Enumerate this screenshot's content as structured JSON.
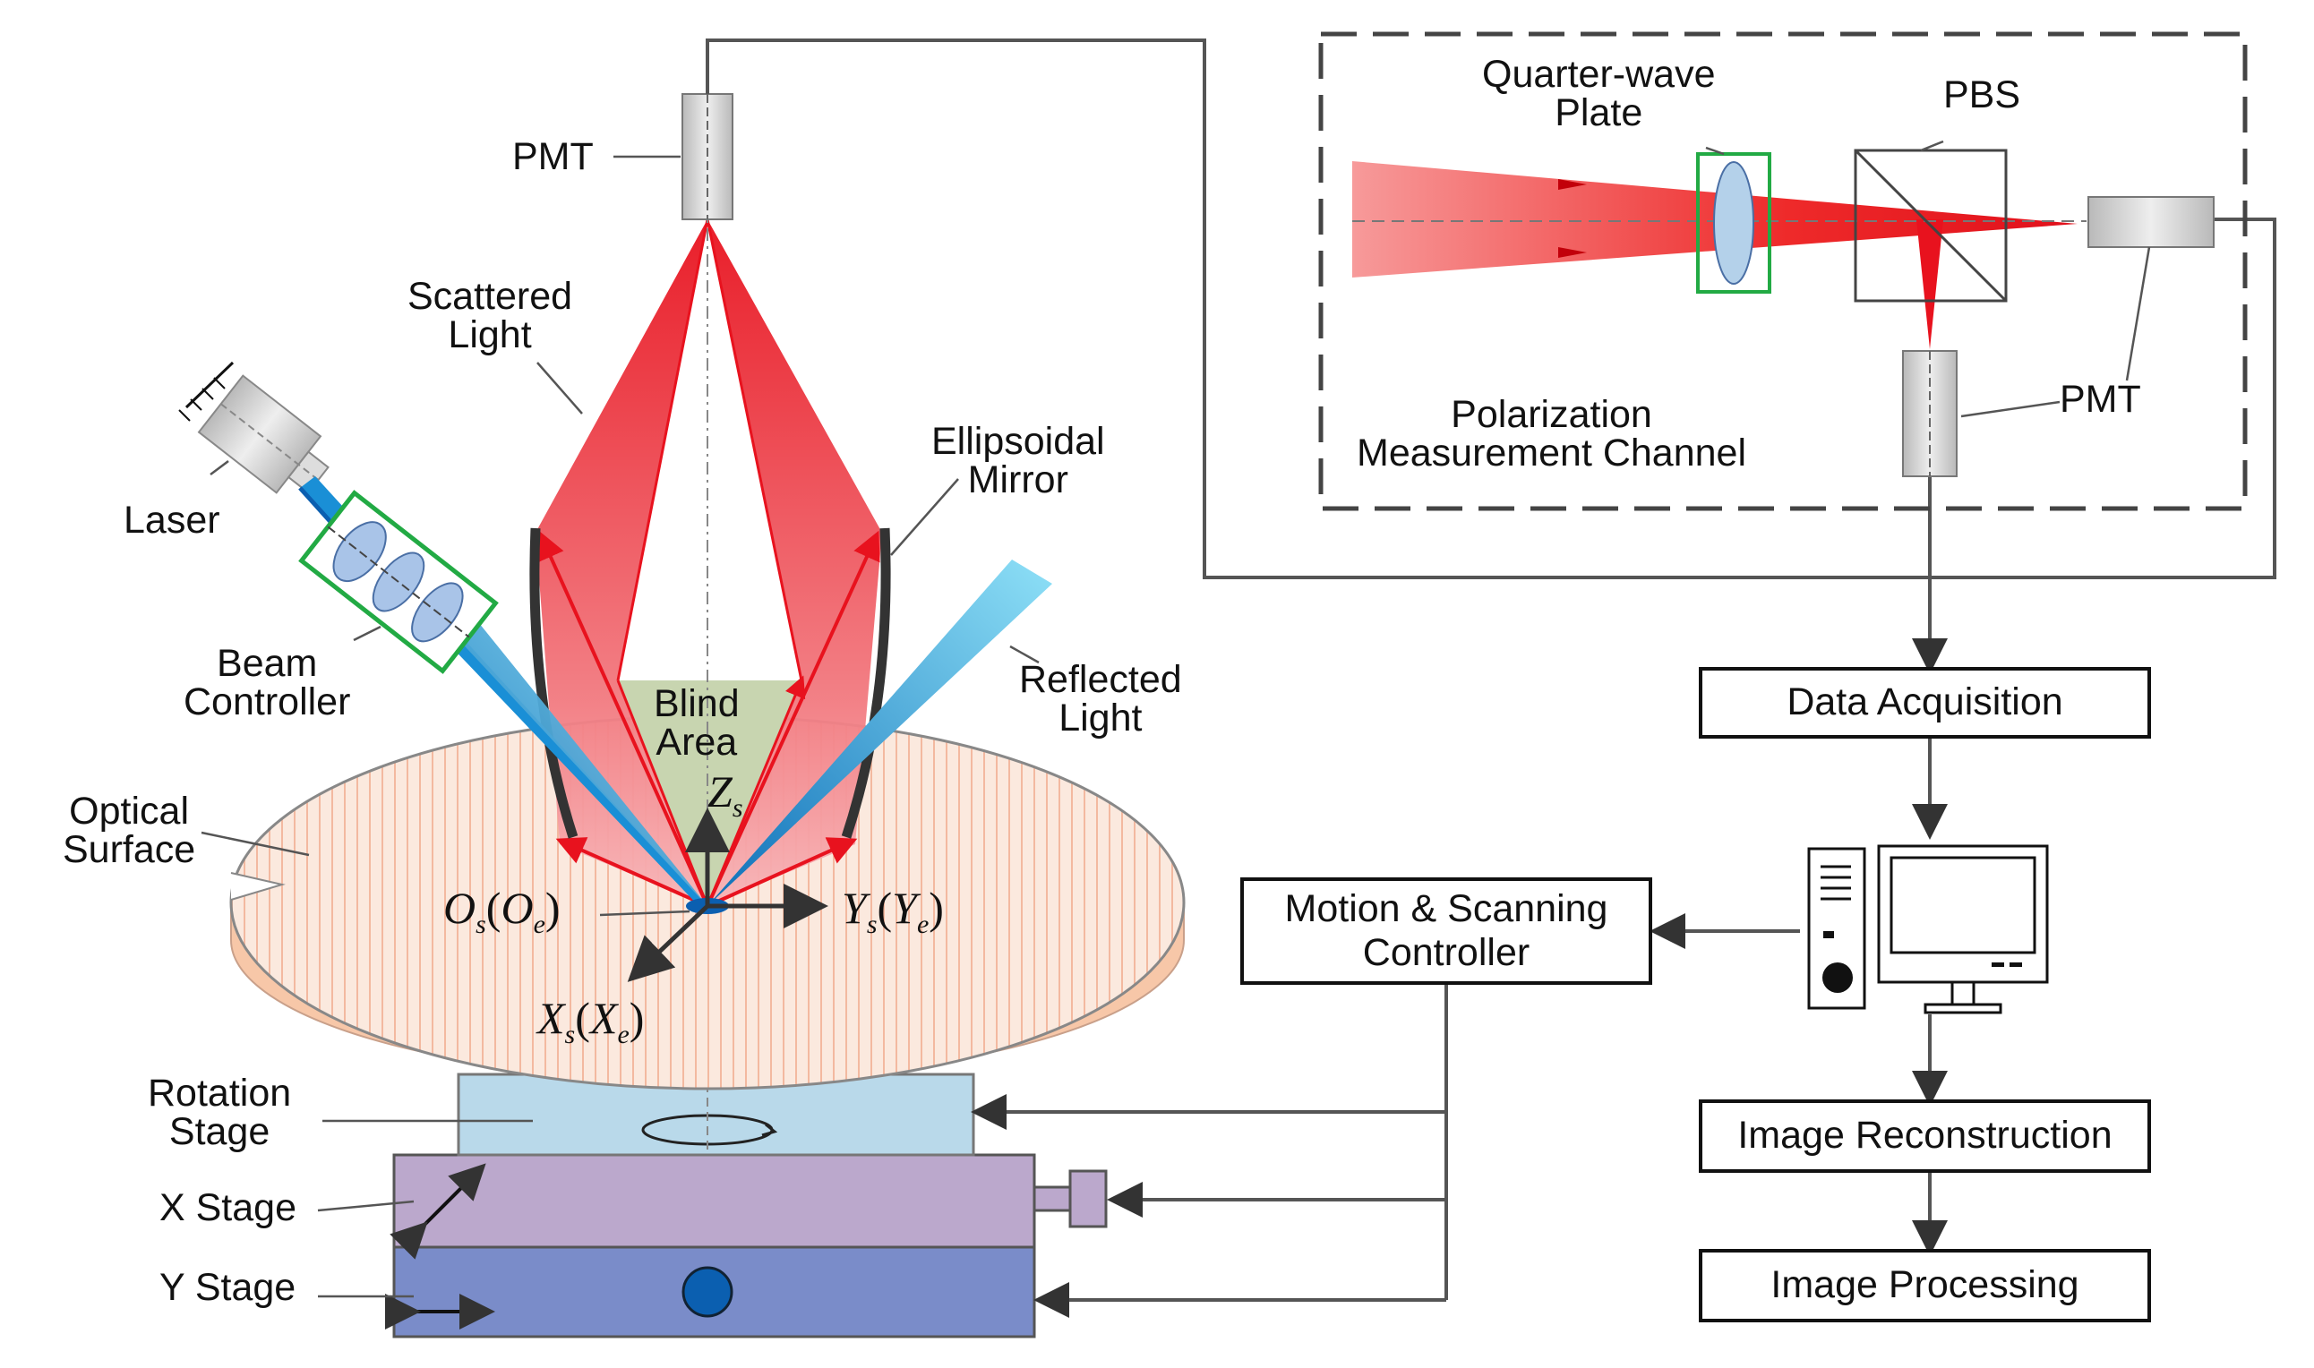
{
  "labels": {
    "pmt_top": "PMT",
    "scattered_light": "Scattered\nLight",
    "laser": "Laser",
    "beam_controller": "Beam\nController",
    "ellipsoidal_mirror": "Ellipsoidal\nMirror",
    "reflected_light": "Reflected\nLight",
    "blind_area": "Blind\nArea",
    "optical_surface": "Optical\nSurface",
    "rotation_stage": "Rotation\nStage",
    "x_stage": "X Stage",
    "y_stage": "Y Stage",
    "quarter_wave_plate": "Quarter-wave\nPlate",
    "pbs": "PBS",
    "pmt_right": "PMT",
    "polarization_channel": "Polarization\nMeasurement Channel"
  },
  "axes": {
    "zs": "Z",
    "zs_sub": "s",
    "os_main": "O",
    "os_sub": "s",
    "oe_main": "O",
    "oe_sub": "e",
    "ys_main": "Y",
    "ys_sub": "s",
    "ye_main": "Y",
    "ye_sub": "e",
    "xs_main": "X",
    "xs_sub": "s",
    "xe_main": "X",
    "xe_sub": "e"
  },
  "blocks": {
    "data_acquisition": "Data Acquisition",
    "motion_controller": "Motion & Scanning\nController",
    "image_reconstruction": "Image Reconstruction",
    "image_processing": "Image Processing"
  },
  "colors": {
    "scatter_red": "#e8121e",
    "reflected_blue": "#1aa3dd",
    "blind_green": "#c8d5b0",
    "surface_fill": "#fbe6da",
    "rotation_stage": "#b9d9ea",
    "x_stage": "#bba8cc",
    "y_stage": "#7a8cc9",
    "quarter_wave_border": "#22aa44"
  }
}
